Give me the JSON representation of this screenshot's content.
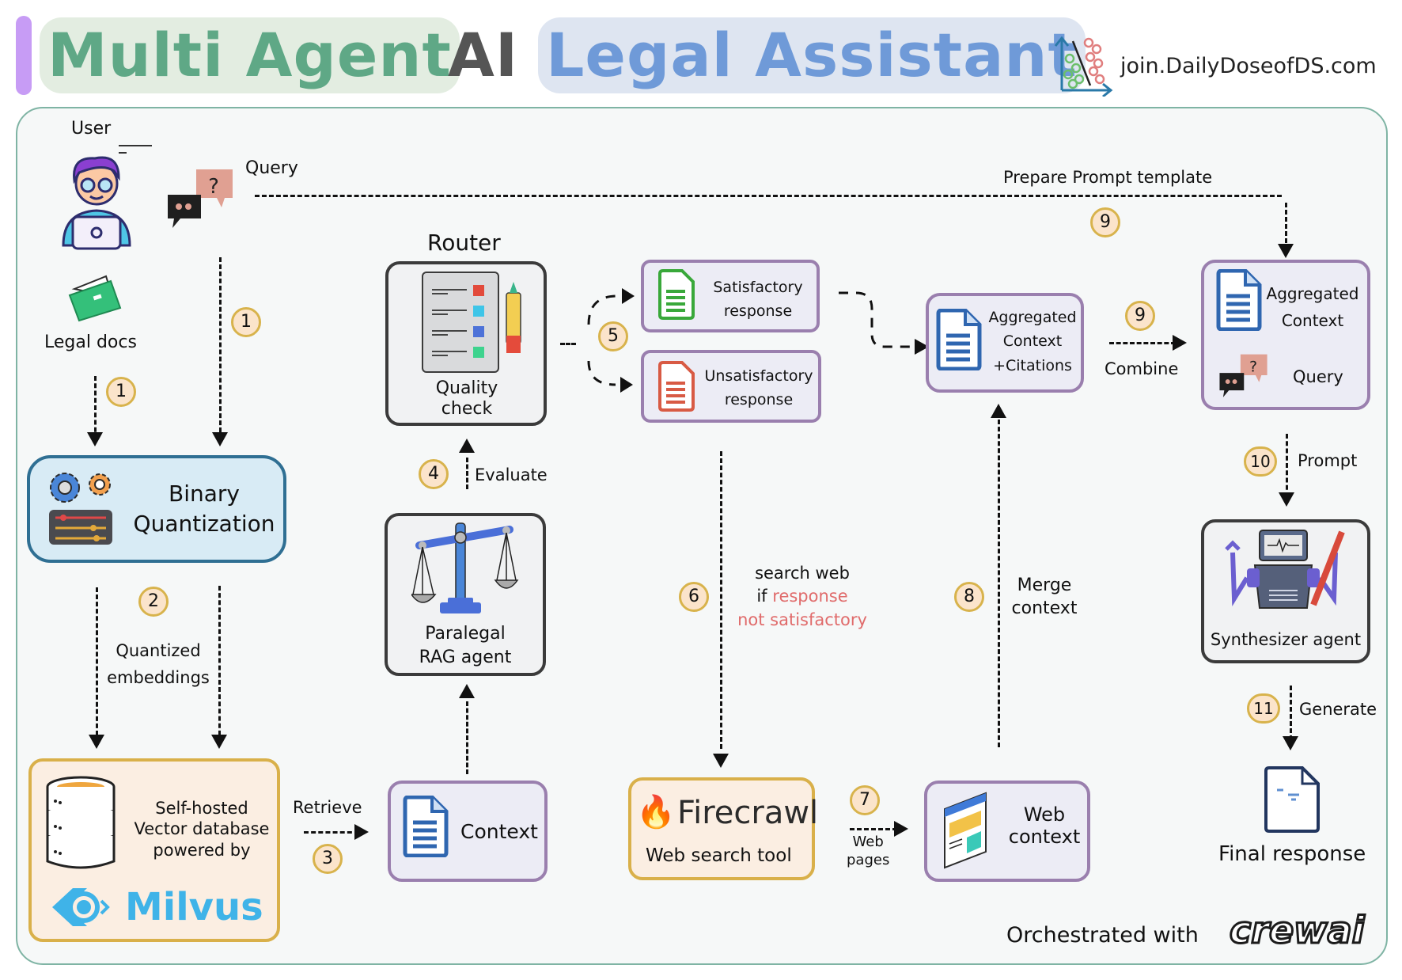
{
  "header": {
    "title_part1": "Multi Agent",
    "title_part2": "AI",
    "title_part3": "Legal Assistant",
    "brand_url": "join.DailyDoseofDS.com",
    "accent_green": "#5fa886",
    "accent_blue": "#6f9ad8",
    "accent_purple": "#c79cf5"
  },
  "user": {
    "label": "User",
    "query_label": "Query",
    "docs_label": "Legal docs"
  },
  "nodes": {
    "binary_quantization": {
      "line1": "Binary",
      "line2": "Quantization"
    },
    "vector_db": {
      "line1": "Self-hosted",
      "line2": "Vector database",
      "line3": "powered by",
      "brand": "Milvus"
    },
    "context": {
      "label": "Context"
    },
    "router": {
      "title": "Router",
      "line1": "Quality",
      "line2": "check"
    },
    "paralegal": {
      "line1": "Paralegal",
      "line2": "RAG agent"
    },
    "satisfactory": {
      "line1": "Satisfactory",
      "line2": "response"
    },
    "unsatisfactory": {
      "line1": "Unsatisfactory",
      "line2": "response"
    },
    "firecrawl": {
      "brand": "Firecrawl",
      "sub": "Web search tool"
    },
    "web_context": {
      "line1": "Web",
      "line2": "context"
    },
    "agg_citations": {
      "line1": "Aggregated",
      "line2": "Context",
      "line3": "+Citations"
    },
    "agg_query": {
      "line1": "Aggregated",
      "line2": "Context",
      "line3": "Query"
    },
    "synthesizer": {
      "label": "Synthesizer agent"
    },
    "final": {
      "label": "Final response"
    }
  },
  "edges": {
    "prepare_prompt": "Prepare Prompt template",
    "quantized": "Quantized",
    "embeddings": "embeddings",
    "retrieve": "Retrieve",
    "evaluate": "Evaluate",
    "search_web_1": "search web",
    "search_web_2": "if",
    "search_web_red1": "response",
    "search_web_red2": "not satisfactory",
    "web_pages_1": "Web",
    "web_pages_2": "pages",
    "merge_1": "Merge",
    "merge_2": "context",
    "combine": "Combine",
    "prompt": "Prompt",
    "generate": "Generate"
  },
  "steps": {
    "s1a": "1",
    "s1b": "1",
    "s2": "2",
    "s3": "3",
    "s4": "4",
    "s5": "5",
    "s6": "6",
    "s7": "7",
    "s8": "8",
    "s9a": "9",
    "s9b": "9",
    "s10": "10",
    "s11": "11"
  },
  "footer": {
    "orchestrated": "Orchestrated with",
    "brand": "crewai"
  }
}
